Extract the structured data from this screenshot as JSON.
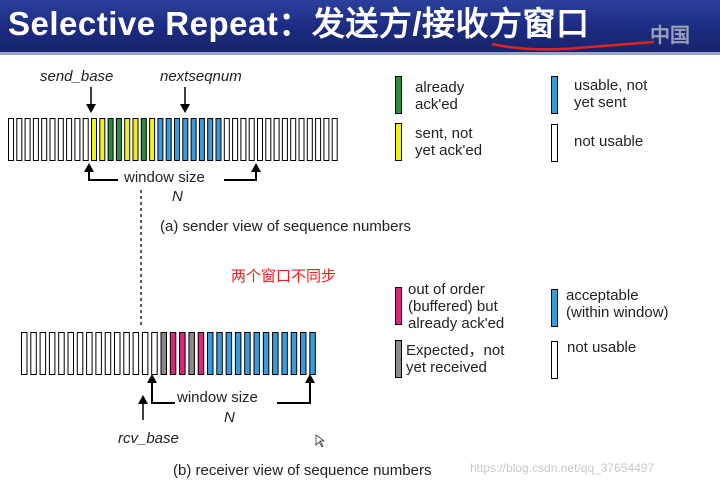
{
  "title": {
    "english": "Selective Repeat",
    "colon": "：",
    "sender": "发送方",
    "slash": "/",
    "receiver": "接收方窗口"
  },
  "corner_logo": "中国",
  "sender_view": {
    "send_base_label": "send_base",
    "nextseqnum_label": "nextseqnum",
    "window_label": "window size",
    "window_var": "N",
    "caption": "(a) sender view of sequence numbers",
    "cells": [
      "empty",
      "empty",
      "empty",
      "empty",
      "empty",
      "empty",
      "empty",
      "empty",
      "empty",
      "empty",
      "yellow",
      "yellow",
      "green",
      "green",
      "yellow",
      "yellow",
      "green",
      "yellow",
      "blue",
      "blue",
      "blue",
      "blue",
      "blue",
      "blue",
      "blue",
      "blue",
      "empty",
      "empty",
      "empty",
      "empty",
      "empty",
      "empty",
      "empty",
      "empty",
      "empty",
      "empty",
      "empty",
      "empty",
      "empty",
      "empty"
    ]
  },
  "sender_legend": [
    {
      "label_lines": [
        "already",
        "ack'ed"
      ],
      "color": "#2e8b3e"
    },
    {
      "label_lines": [
        "sent, not",
        "yet ack'ed"
      ],
      "color": "#f2f21a"
    },
    {
      "label_lines": [
        "usable, not",
        "yet sent"
      ],
      "color": "#3a9bdc"
    },
    {
      "label_lines": [
        "not usable"
      ],
      "color": "#ffffff"
    }
  ],
  "note": "两个窗口不同步",
  "receiver_view": {
    "rcv_base_label": "rcv_base",
    "window_label": "window size",
    "window_var": "N",
    "caption": "(b) receiver view of sequence numbers",
    "cells": [
      "empty",
      "empty",
      "empty",
      "empty",
      "empty",
      "empty",
      "empty",
      "empty",
      "empty",
      "empty",
      "empty",
      "empty",
      "empty",
      "empty",
      "empty",
      "gray",
      "pink",
      "pink",
      "gray",
      "pink",
      "blue",
      "blue",
      "blue",
      "blue",
      "blue",
      "blue",
      "blue",
      "blue",
      "blue",
      "blue",
      "blue",
      "blue"
    ]
  },
  "receiver_legend": [
    {
      "label_lines": [
        "out of order",
        "(buffered) but",
        "already ack'ed"
      ],
      "color": "#d6297a"
    },
    {
      "label_lines": [
        "Expected，not",
        "yet received"
      ],
      "color": "#8a8a8a"
    },
    {
      "label_lines": [
        "acceptable",
        "(within window)"
      ],
      "color": "#3a9bdc"
    },
    {
      "label_lines": [
        "not usable"
      ],
      "color": "#ffffff"
    }
  ],
  "cell_colors": {
    "empty": "#ffffff",
    "yellow": "#f2f21a",
    "green": "#2e8b3e",
    "blue": "#3a9bdc",
    "pink": "#d6297a",
    "gray": "#8a8a8a"
  },
  "watermark": "https://blog.csdn.net/qq_37654497"
}
